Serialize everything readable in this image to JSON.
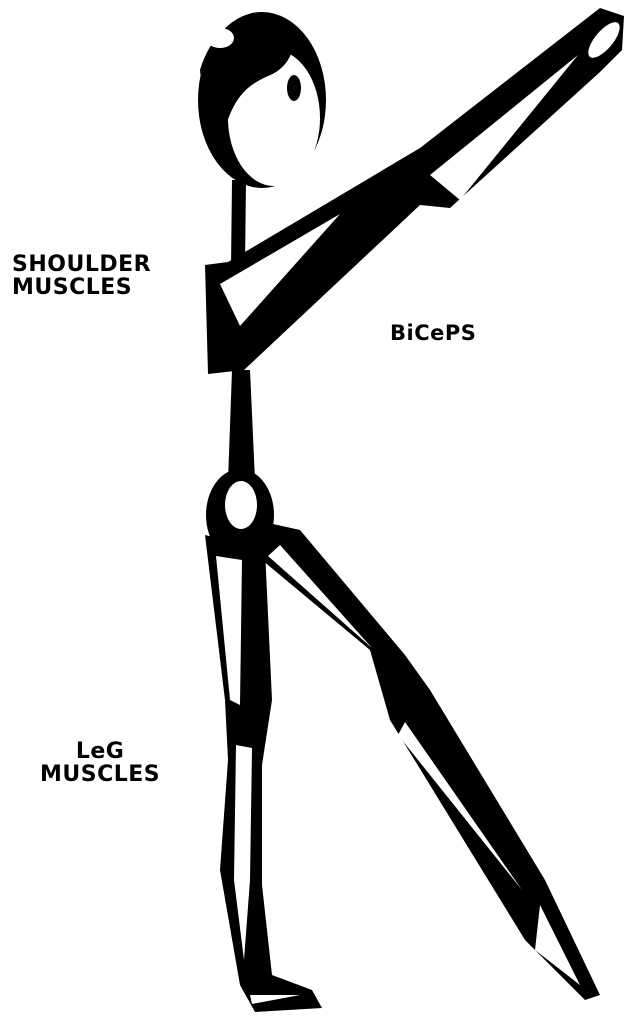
{
  "labels": {
    "shoulder": [
      "SHOULDER",
      "MUSCLES"
    ],
    "biceps": "BiCePS",
    "leg": [
      "LeG",
      "MUSCLES"
    ]
  },
  "colors": {
    "ink": "#000000",
    "paper": "#ffffff"
  }
}
